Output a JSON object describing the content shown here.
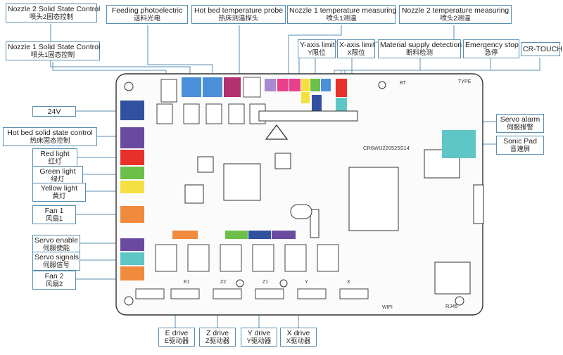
{
  "labels": {
    "nozzle2_ssc": {
      "en": "Nozzle 2 Solid State Control",
      "zh": "喷头2固态控制"
    },
    "feeding_photoelectric": {
      "en": "Feeding photoelectric",
      "zh": "送料光电"
    },
    "hotbed_probe": {
      "en": "Hot bed temperature probe",
      "zh": "热床测温探头"
    },
    "nozzle1_temp": {
      "en": "Nozzle 1 temperature measuring",
      "zh": "喷头1测温"
    },
    "nozzle2_temp": {
      "en": "Nozzle 2 temperature measuring",
      "zh": "喷头2测温"
    },
    "nozzle1_ssc": {
      "en": "Nozzle 1 Solid State Control",
      "zh": "喷头1固态控制"
    },
    "y_limit": {
      "en": "Y-axis limit",
      "zh": "Y限位"
    },
    "x_limit": {
      "en": "X-axis limit",
      "zh": "X限位"
    },
    "material_detect": {
      "en": "Material supply detection",
      "zh": "断料检测"
    },
    "emergency_stop": {
      "en": "Emergency stop",
      "zh": "急停"
    },
    "cr_touch": {
      "en": "CR-TOUCH",
      "zh": ""
    },
    "v24": {
      "en": "24V",
      "zh": ""
    },
    "hotbed_ssc": {
      "en": "Hot bed solid state control",
      "zh": "热床固态控制"
    },
    "red_light": {
      "en": "Red light",
      "zh": "红灯"
    },
    "green_light": {
      "en": "Green light",
      "zh": "绿灯"
    },
    "yellow_light": {
      "en": "Yellow light",
      "zh": "黄灯"
    },
    "fan1": {
      "en": "Fan 1",
      "zh": "风扇1"
    },
    "servo_enable": {
      "en": "Servo enable",
      "zh": "伺服使能"
    },
    "servo_signals": {
      "en": "Servo signals",
      "zh": "伺服信号"
    },
    "fan2": {
      "en": "Fan 2",
      "zh": "风扇2"
    },
    "servo_alarm": {
      "en": "Servo alarm",
      "zh": "伺服报警"
    },
    "sonic_pad": {
      "en": "Sonic Pad",
      "zh": "音速屏"
    },
    "e_drive": {
      "en": "E drive",
      "zh": "E驱动器"
    },
    "z_drive": {
      "en": "Z drive",
      "zh": "Z驱动器"
    },
    "y_drive": {
      "en": "Y drive",
      "zh": "Y驱动器"
    },
    "x_drive": {
      "en": "X drive",
      "zh": "X驱动器"
    }
  },
  "board": {
    "model_text": "CR6WU220525S14",
    "bt_text": "BT",
    "type_text": "TYPE",
    "rj45_text": "RJ45",
    "wifi_text": "WIFI",
    "drive_axis_labels": [
      "E1",
      "Z2",
      "Z1",
      "Y",
      "X"
    ]
  },
  "colors": {
    "blue": "#4a90d9",
    "magenta": "#b1306e",
    "pink": "#e8408a",
    "yellow": "#f4e040",
    "teal": "#5fc6c6",
    "red": "#e8302a",
    "green": "#6cc04a",
    "orange": "#f08a3c",
    "purple": "#6a4aa0",
    "lavender": "#a98ad0",
    "navy": "#3050a0",
    "line": "#5a8fb0"
  }
}
